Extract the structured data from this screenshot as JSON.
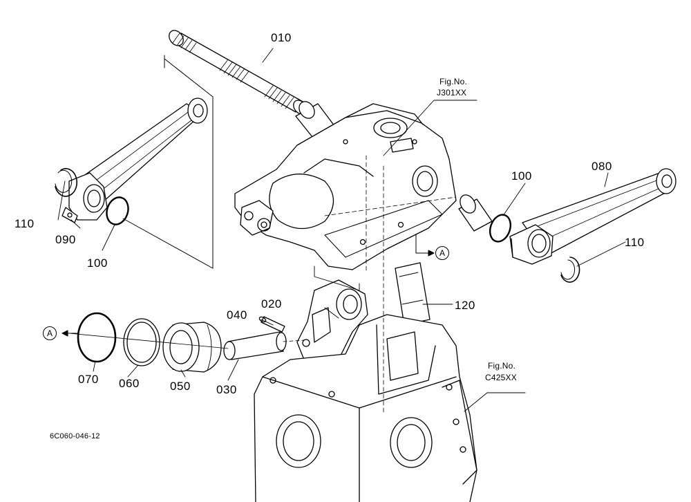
{
  "parts": {
    "p010": "010",
    "p020": "020",
    "p030": "030",
    "p040": "040",
    "p050": "050",
    "p060": "060",
    "p070": "070",
    "p080": "080",
    "p090": "090",
    "p100_left": "100",
    "p100_right": "100",
    "p110_left": "110",
    "p110_right": "110",
    "p120": "120"
  },
  "refs": {
    "fig_top_label": "Fig.No.",
    "fig_top_code": "J301XX",
    "fig_bottom_label": "Fig.No.",
    "fig_bottom_code": "C425XX",
    "arrow_a_right": "A",
    "arrow_a_left": "A"
  },
  "drawing_code": "6C060-046-12",
  "colors": {
    "ink": "#000000",
    "paper": "#ffffff"
  }
}
